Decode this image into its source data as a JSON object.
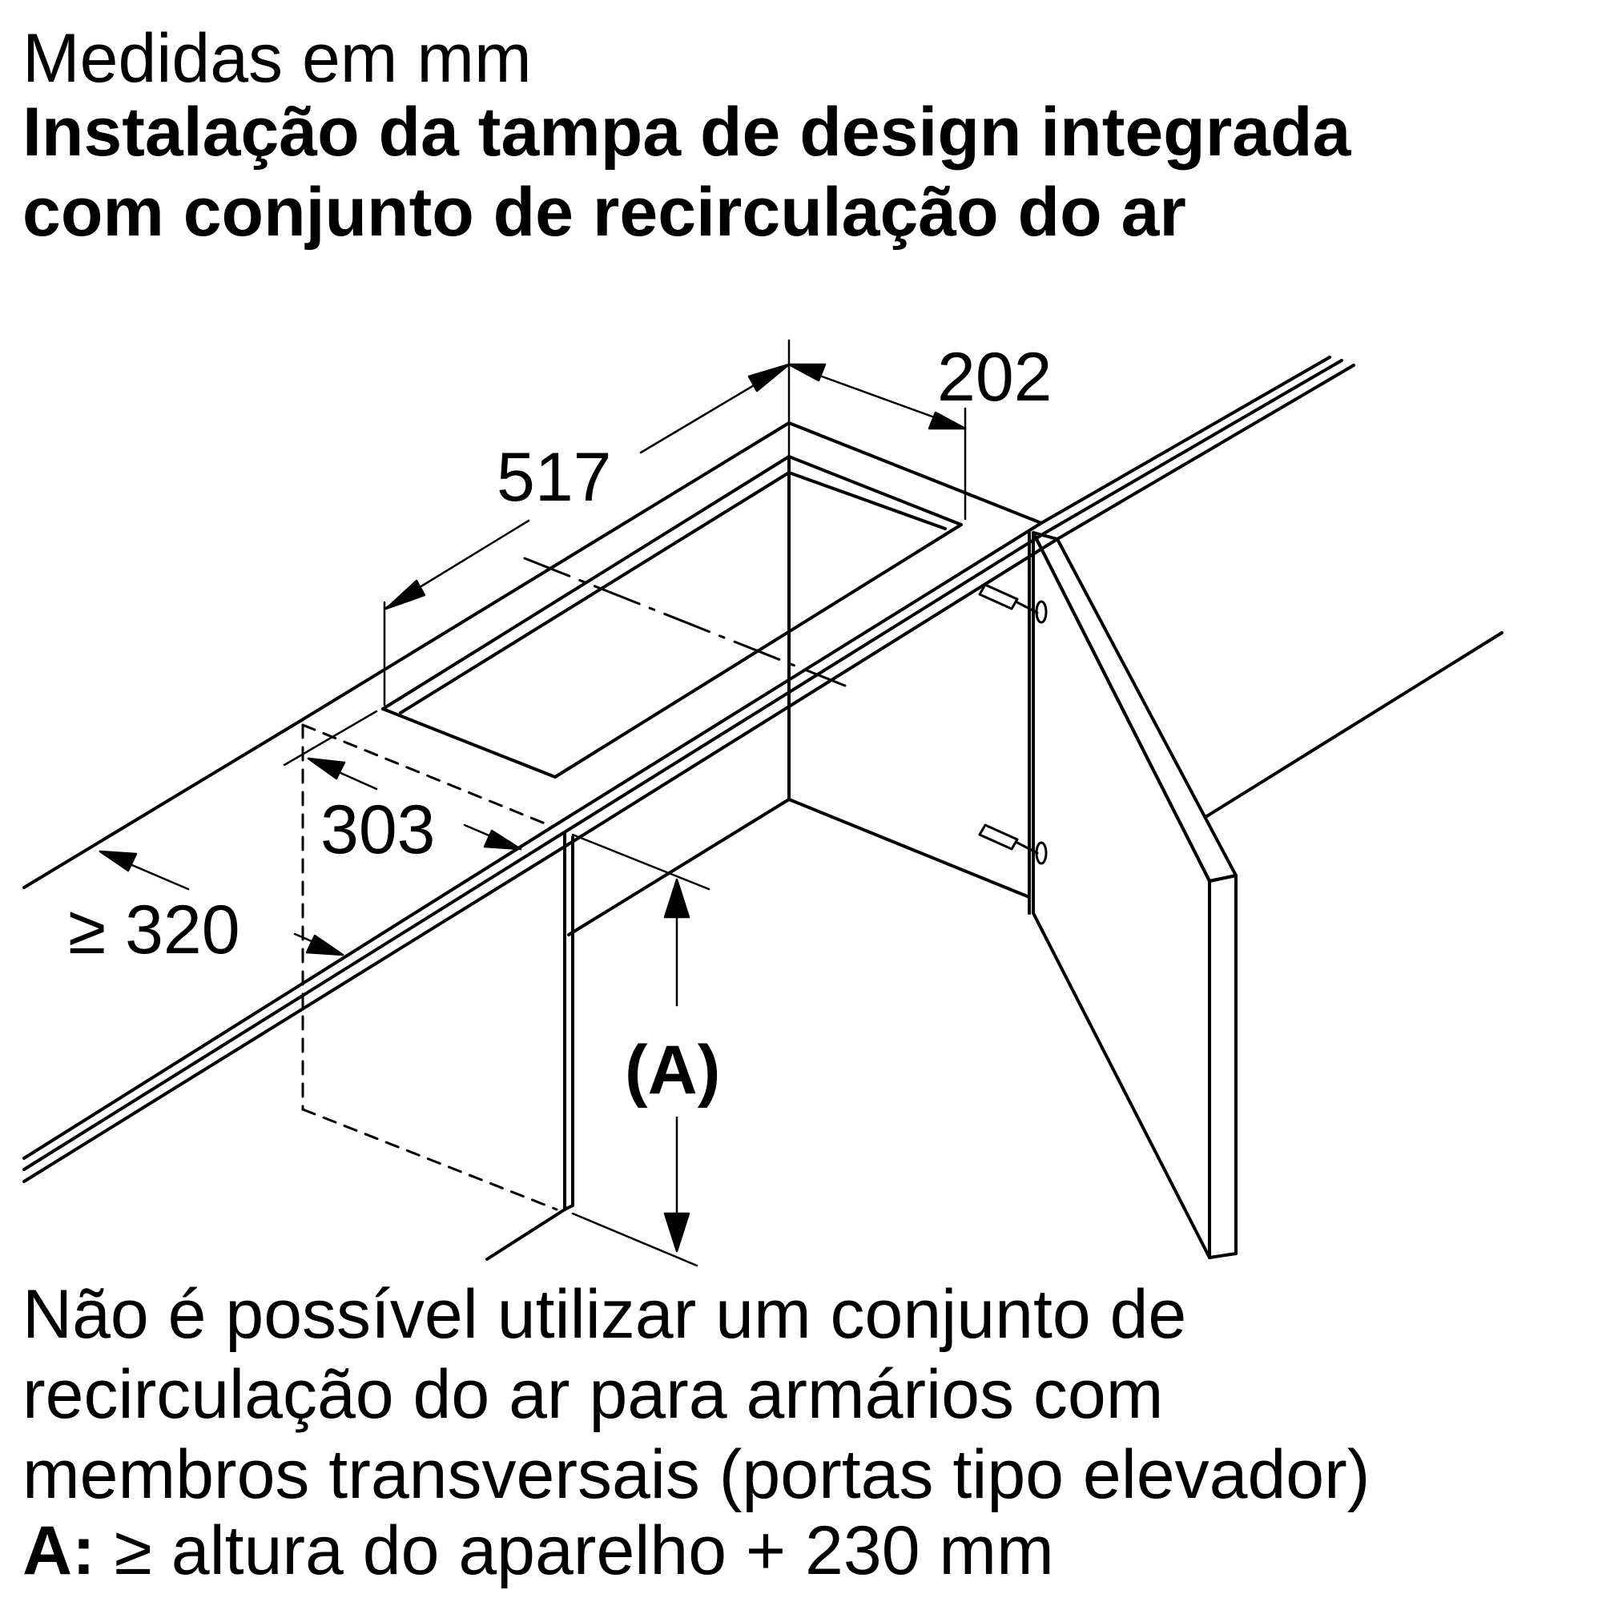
{
  "header": {
    "units": "Medidas em mm",
    "title_line1": "Instalação da tampa de design integrada",
    "title_line2": "com conjunto de recirculação do ar"
  },
  "dimensions": {
    "width": "517",
    "depth": "202",
    "offset": "303",
    "min_distance": "≥ 320",
    "height_label": "(A)"
  },
  "notes": {
    "line1": "Não é possível utilizar um conjunto de",
    "line2": "recirculação do ar para armários com",
    "line3": "membros transversais (portas tipo elevador)",
    "legend_key": "A:",
    "legend_text": "≥ altura do aparelho + 230 mm"
  }
}
